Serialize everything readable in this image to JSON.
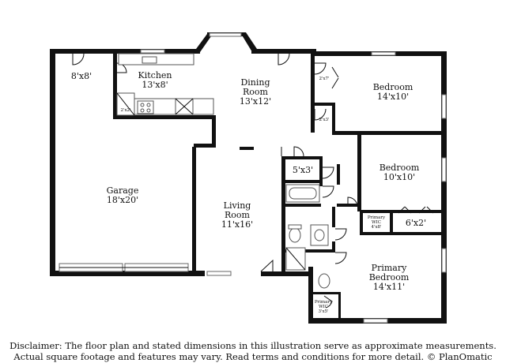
{
  "rooms": {
    "entry": {
      "name": "",
      "dims": "8'x8'"
    },
    "kitchen": {
      "name": "Kitchen",
      "dims": "13'x8'"
    },
    "dining": {
      "name1": "Dining",
      "name2": "Room",
      "dims": "13'x12'"
    },
    "bedroom1": {
      "name": "Bedroom",
      "dims": "14'x10'"
    },
    "bedroom2": {
      "name": "Bedroom",
      "dims": "10'x10'"
    },
    "closet_2x7": {
      "dims": "2'x7'"
    },
    "closet_2x3": {
      "dims": "2'x3'"
    },
    "closet_2x2": {
      "dims": "2'x2'"
    },
    "bath_5x3": {
      "dims": "5'x3'"
    },
    "garage": {
      "name": "Garage",
      "dims": "18'x20'"
    },
    "living": {
      "name1": "Living",
      "name2": "Room",
      "dims": "11'x16'"
    },
    "primary_wic_a": {
      "name1": "Primary",
      "name2": "WIC",
      "dims": "4'x8'"
    },
    "closet_6x2": {
      "dims": "6'x2'"
    },
    "primary_bed": {
      "name1": "Primary",
      "name2": "Bedroom",
      "dims": "14'x11'"
    },
    "primary_wic_b": {
      "name1": "Primary",
      "name2": "WIC",
      "dims": "3'x5'"
    }
  },
  "disclaimer": {
    "line1": "Disclaimer: The floor plan and stated dimensions in this illustration serve as approximate measurements.",
    "line2": "Actual square footage and features may vary. Read terms and conditions for more detail. © PlanOmatic"
  }
}
